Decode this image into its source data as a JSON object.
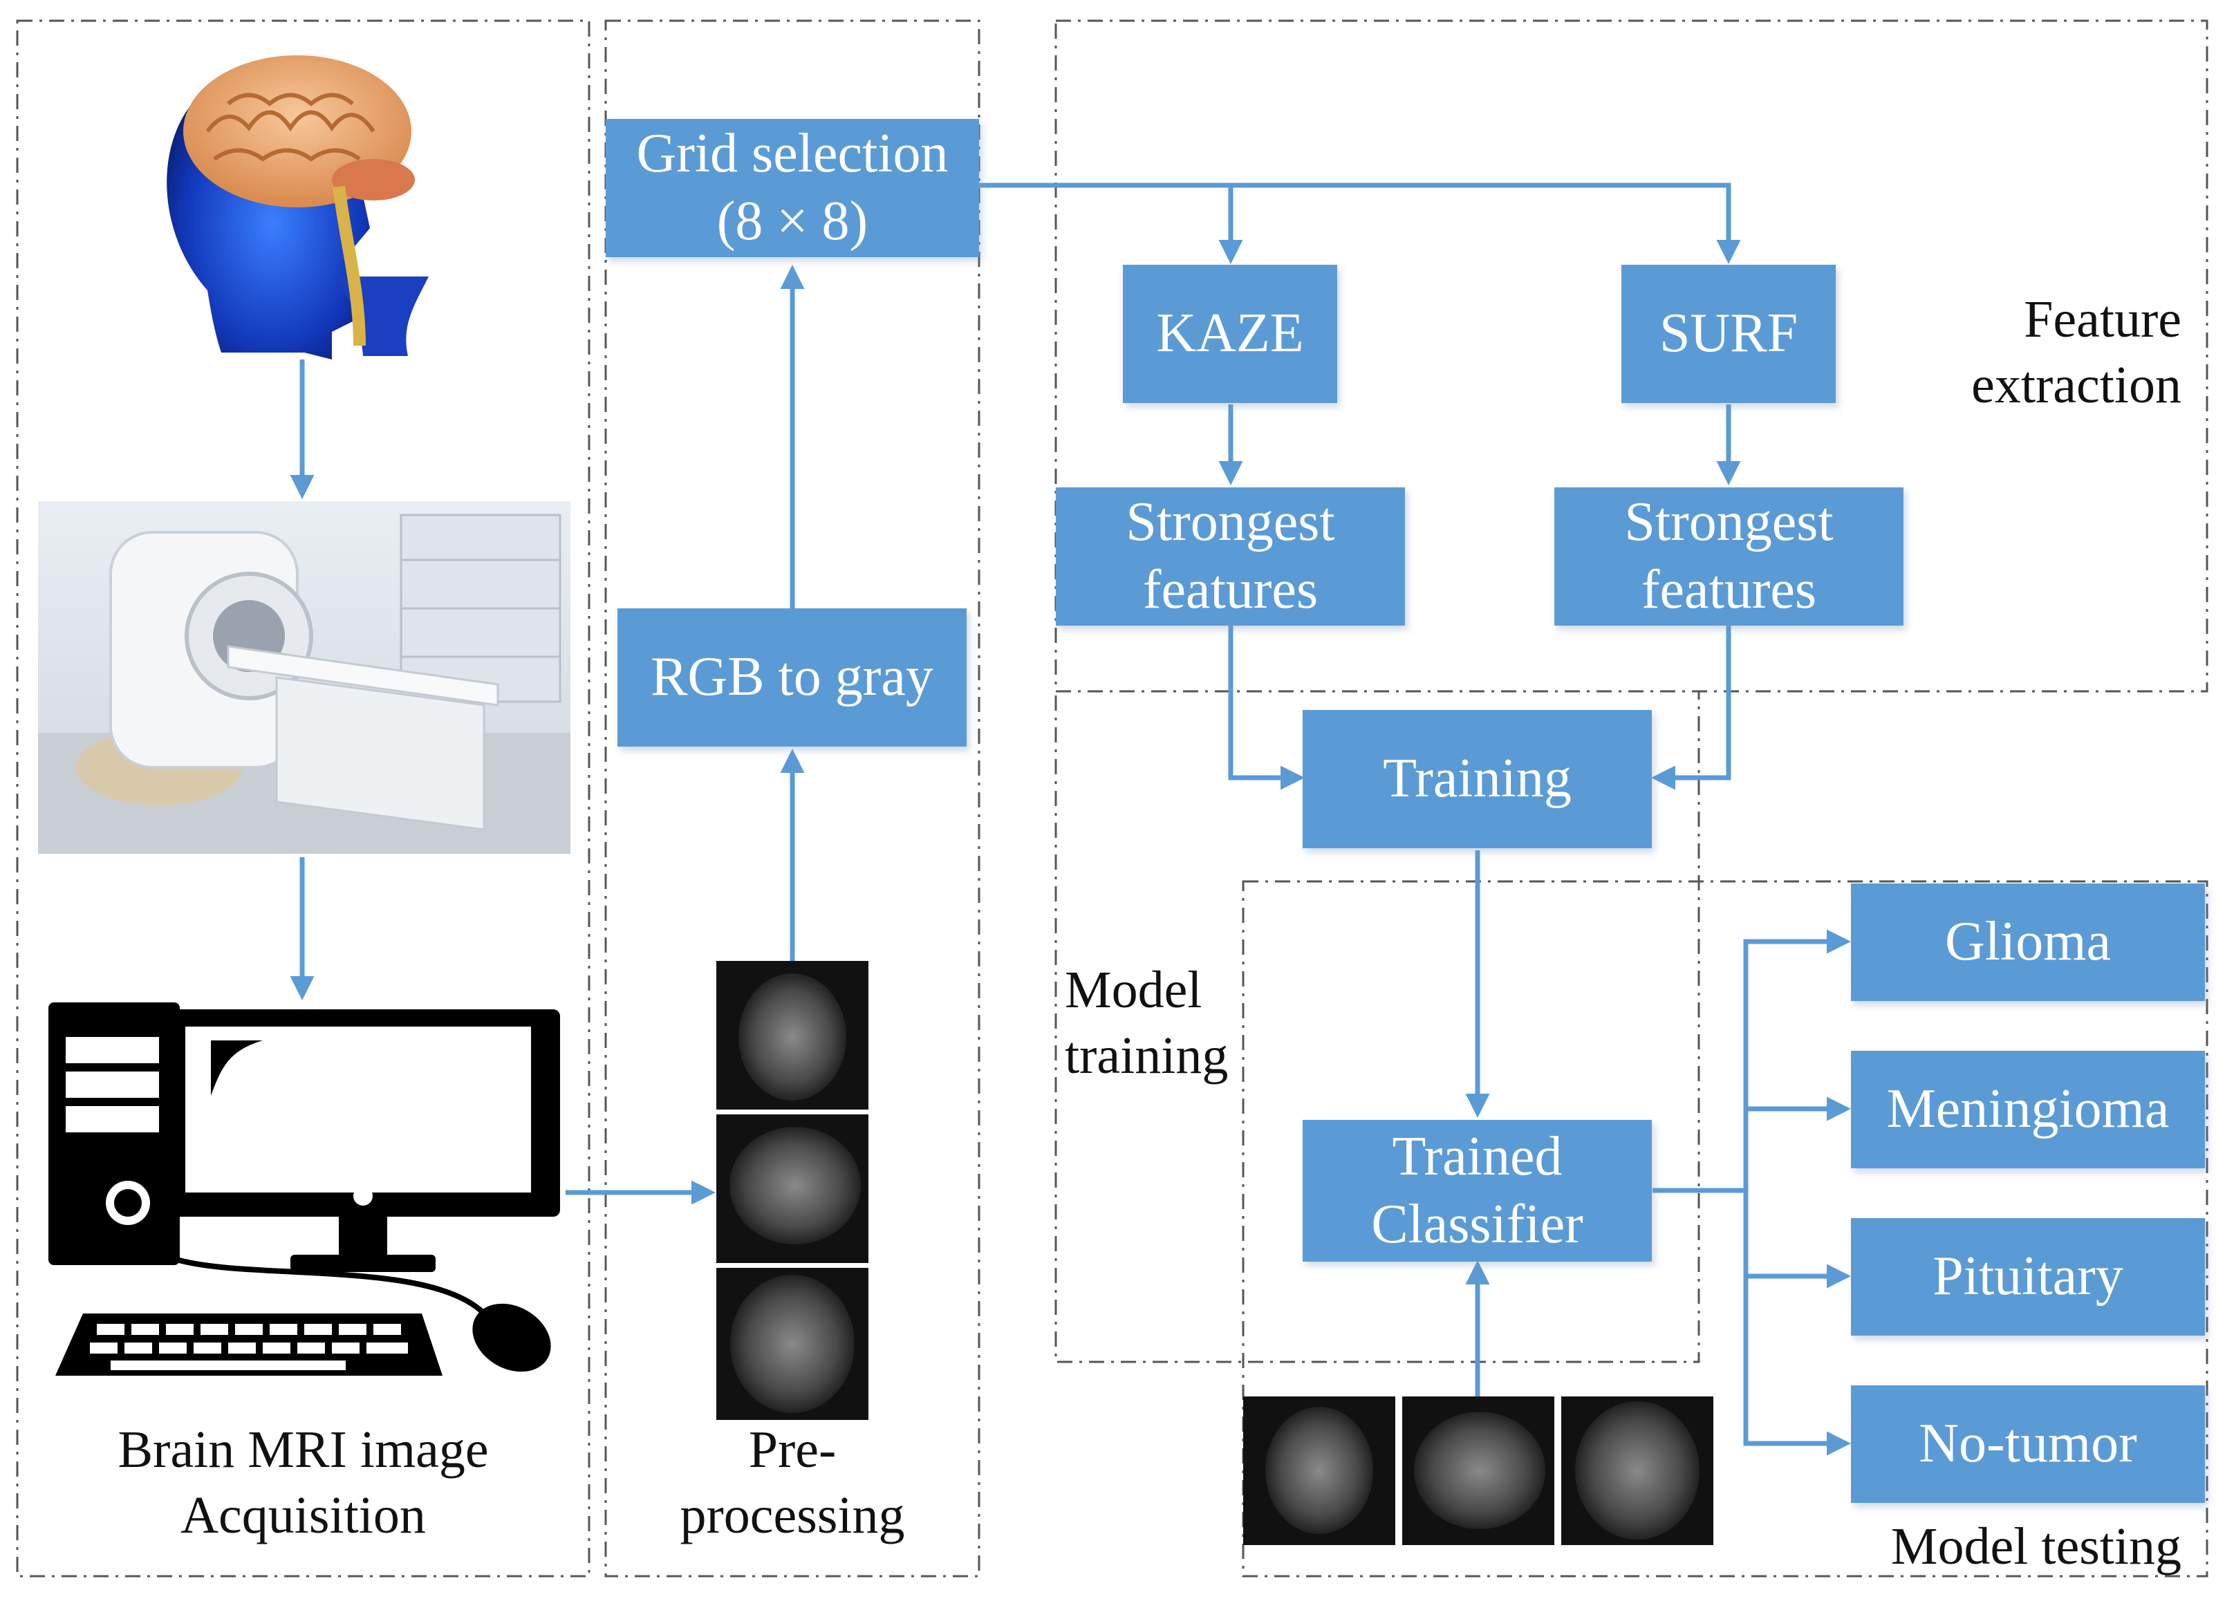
{
  "colors": {
    "box_fill": "#5b9bd5",
    "arrow": "#5b9bd5",
    "frame": "#555555"
  },
  "icons": {
    "head": "brain-head-icon",
    "scanner": "mri-scanner-image",
    "computer": "desktop-computer-icon",
    "mri": "mri-slice-image"
  },
  "acquisition": {
    "line1": "Brain MRI image",
    "line2": "Acquisition"
  },
  "preprocessing": {
    "label_line1": "Pre-",
    "label_line2": "processing",
    "rgb_to_gray": "RGB to gray",
    "grid_line1": "Grid selection",
    "grid_line2": "(8 × 8)"
  },
  "feature_extraction": {
    "label_line1": "Feature",
    "label_line2": "extraction",
    "kaze": "KAZE",
    "surf": "SURF",
    "strongest_line1": "Strongest",
    "strongest_line2": "features"
  },
  "model_training": {
    "label_line1": "Model",
    "label_line2": "training",
    "training": "Training",
    "trained_line1": "Trained",
    "trained_line2": "Classifier"
  },
  "model_testing": {
    "label": "Model testing",
    "classes": [
      "Glioma",
      "Meningioma",
      "Pituitary",
      "No-tumor"
    ]
  }
}
